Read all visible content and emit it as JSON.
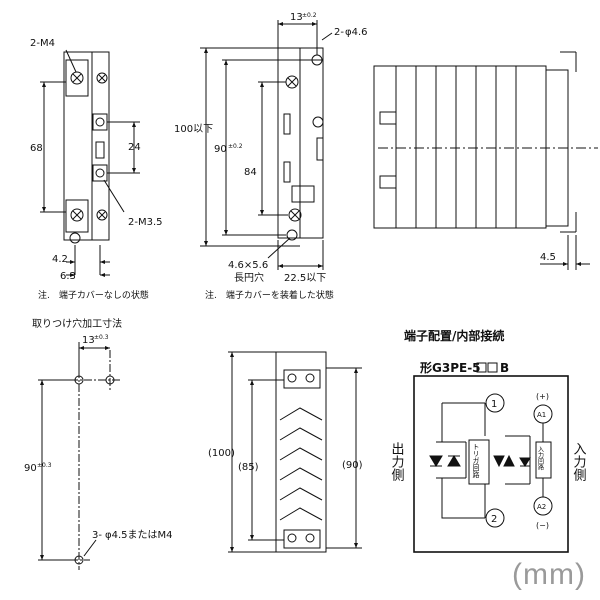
{
  "front_view": {
    "screw_top": "2-M4",
    "height_68": "68",
    "dim_24": "24",
    "screw_bottom": "2-M3.5",
    "dim_4_2": "4.2",
    "dim_6_3": "6.3",
    "note": "注.　端子カバーなしの状態"
  },
  "cover_view": {
    "width_13": "13",
    "width_13_tol": "±0.2",
    "hole_2": "2-",
    "hole_2_dia": "φ4.6",
    "height_100": "100以下",
    "height_90": "90",
    "height_90_tol": "±0.2",
    "height_84": "84",
    "slot": "4.6×5.6",
    "slot_label": "長円穴",
    "width_22_5": "22.5以下",
    "note": "注.　端子カバーを装着した状態"
  },
  "side_view": {
    "dim_4_5": "4.5"
  },
  "mounting_holes": {
    "title": "取りつけ穴加工寸法",
    "pitch": "13",
    "pitch_tol": "±0.3",
    "height": "90",
    "height_tol": "±0.3",
    "holes_prefix": "3-",
    "holes": "φ4.5またはM4"
  },
  "heatsink_view": {
    "dim_100": "(100)",
    "dim_85": "(85)",
    "dim_90": "(90)"
  },
  "circuit": {
    "title": "端子配置/内部接続",
    "model_prefix": "形G3PE-5",
    "model_suffix": "B",
    "terminal_1": "1",
    "terminal_2": "2",
    "terminal_a1": "A1",
    "terminal_a2": "A2",
    "plus": "(+)",
    "minus": "(−)",
    "output_side": "出力側",
    "input_side": "入力側",
    "trigger_circuit": "トリガ回路",
    "input_circuit": "入力回路"
  },
  "unit": "(mm)"
}
